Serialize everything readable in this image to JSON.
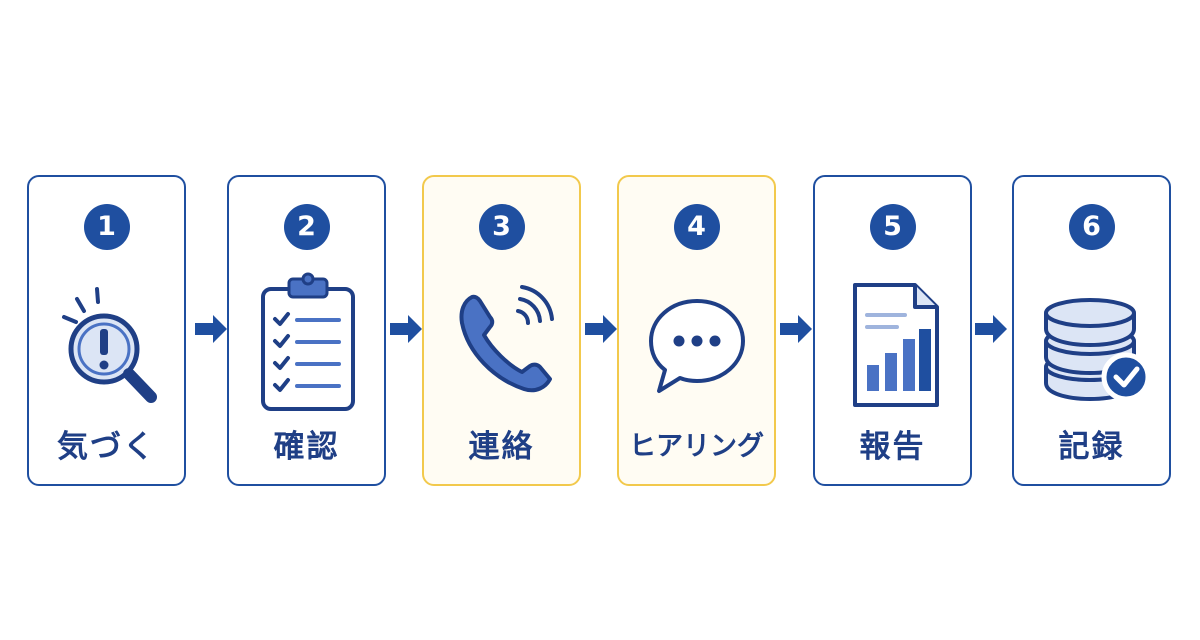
{
  "steps": [
    {
      "number": "1",
      "label": "気づく",
      "icon": "magnifier-exclamation-icon"
    },
    {
      "number": "2",
      "label": "確認",
      "icon": "clipboard-checklist-icon"
    },
    {
      "number": "3",
      "label": "連絡",
      "icon": "phone-icon"
    },
    {
      "number": "4",
      "label": "ヒアリング",
      "icon": "speech-bubble-icon"
    },
    {
      "number": "5",
      "label": "報告",
      "icon": "report-document-icon"
    },
    {
      "number": "6",
      "label": "記録",
      "icon": "database-check-icon"
    }
  ],
  "colors": {
    "primary": "#1f4fa0",
    "label": "#1f3f86",
    "highlight_border": "#f2c94c",
    "highlight_fill": "#fffcf3",
    "icon_fill": "#dce5f5",
    "phone_fill": "#4a72c4"
  }
}
